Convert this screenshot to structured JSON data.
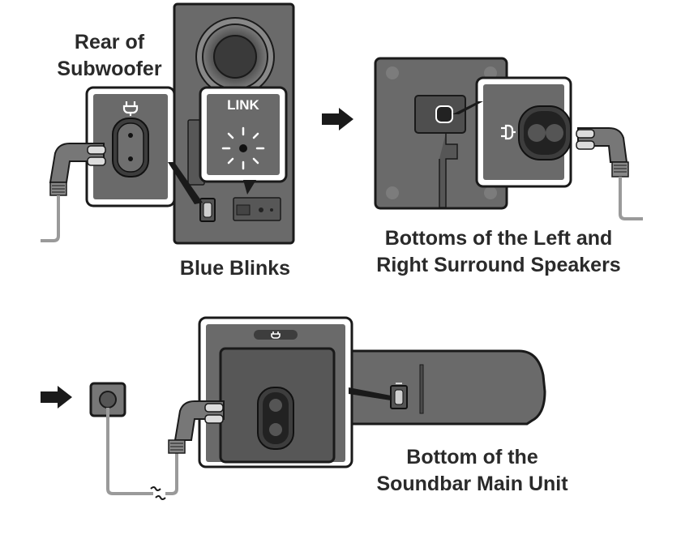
{
  "subwoofer": {
    "rear_label_line1": "Rear of",
    "rear_label_line2": "Subwoofer",
    "link_text": "LINK",
    "status_label": "Blue Blinks"
  },
  "surround": {
    "label_line1": "Bottoms of the Left and",
    "label_line2": "Right Surround Speakers"
  },
  "soundbar": {
    "label_line1": "Bottom of the",
    "label_line2": "Soundbar Main Unit"
  },
  "icons": [
    "power-socket-icon",
    "arrow-right-icon",
    "wall-outlet-icon",
    "power-plug-icon",
    "link-blink-icon"
  ],
  "colors": {
    "device_gray": "#666666",
    "device_dark": "#3d3d3d",
    "outline": "#1a1a1a",
    "cable_gray": "#9a9a9a",
    "highlight_white": "#ffffff"
  }
}
